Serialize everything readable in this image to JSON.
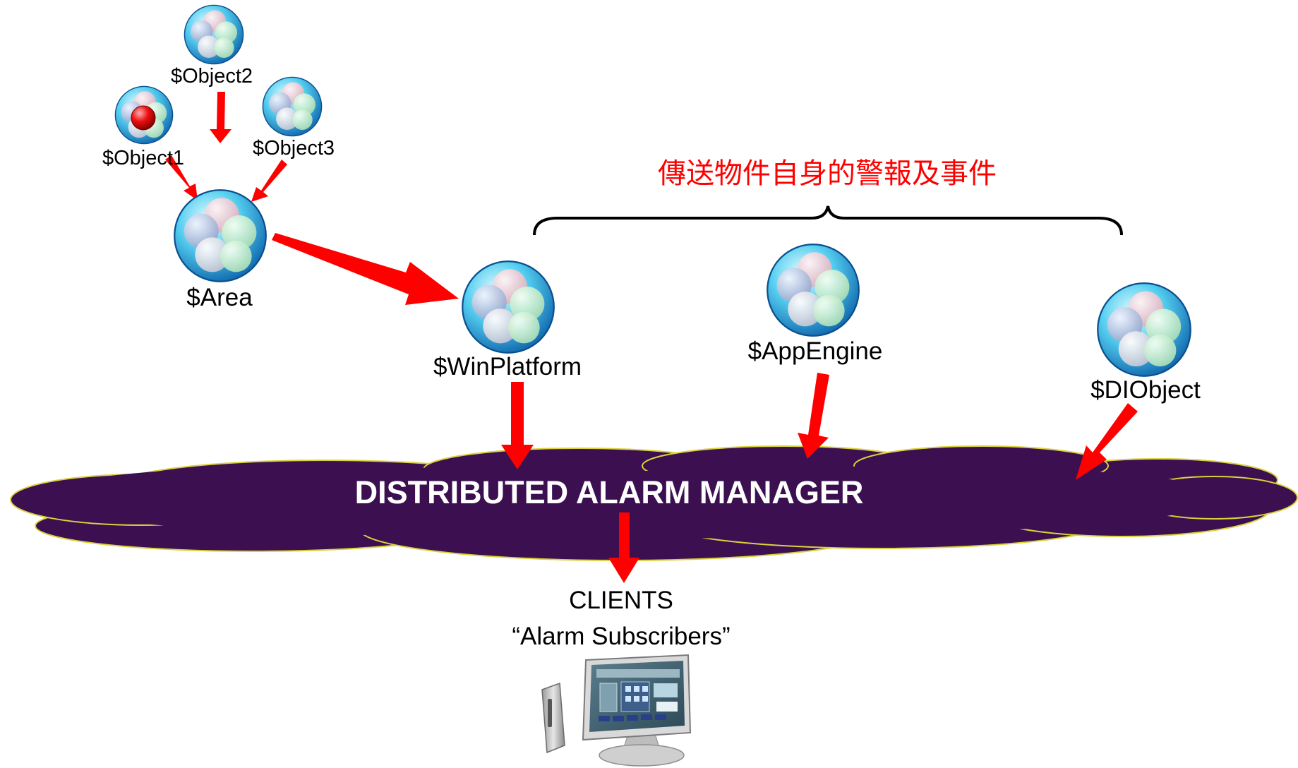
{
  "colors": {
    "arrow": "#ff0000",
    "cloud_fill": "#3c1050",
    "cloud_stroke": "#d8d23c",
    "annotation_text": "#ff0000",
    "cloud_text": "#ffffff"
  },
  "nodes": {
    "object2": {
      "label": "$Object2",
      "icon": "object-cluster-icon"
    },
    "object1": {
      "label": "$Object1",
      "icon": "object-cluster-alarm-icon"
    },
    "object3": {
      "label": "$Object3",
      "icon": "object-cluster-icon"
    },
    "area": {
      "label": "$Area",
      "icon": "object-cluster-icon"
    },
    "winplatform": {
      "label": "$WinPlatform",
      "icon": "object-cluster-icon"
    },
    "appengine": {
      "label": "$AppEngine",
      "icon": "object-cluster-icon"
    },
    "diobject": {
      "label": "$DIObject",
      "icon": "object-cluster-icon"
    }
  },
  "annotation": {
    "text": "傳送物件自身的警報及事件"
  },
  "alarm_manager": {
    "label": "DISTRIBUTED ALARM MANAGER"
  },
  "clients": {
    "title": "CLIENTS",
    "subtitle": "“Alarm Subscribers”",
    "icon": "computer-monitor-icon"
  }
}
